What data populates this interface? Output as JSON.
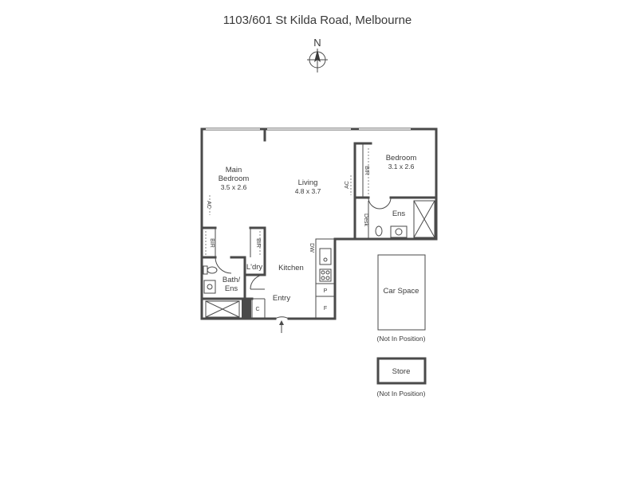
{
  "title": "1103/601 St Kilda Road, Melbourne",
  "compass": {
    "label": "N"
  },
  "rooms": {
    "main_bedroom": {
      "name_line1": "Main",
      "name_line2": "Bedroom",
      "dims": "3.5 x 2.6"
    },
    "living": {
      "name": "Living",
      "dims": "4.8 x 3.7"
    },
    "bedroom": {
      "name": "Bedroom",
      "dims": "3.1 x 2.6"
    },
    "kitchen": {
      "name": "Kitchen"
    },
    "bath_ens": {
      "name_line1": "Bath/",
      "name_line2": "Ens"
    },
    "laundry": {
      "name": "L'dry"
    },
    "entry": {
      "name": "Entry"
    },
    "ens": {
      "name": "Ens"
    },
    "desk": {
      "name": "Desk"
    }
  },
  "fixtures": {
    "bir_left": "BIR",
    "bir_mid": "BIR",
    "bir_bed": "BIR",
    "ac_main": "AC",
    "ac_bed": "AC",
    "dw": "DW",
    "pantry": "P",
    "fridge": "F",
    "cupboard": "C"
  },
  "car_space": {
    "label": "Car Space",
    "note": "(Not In Position)"
  },
  "store": {
    "label": "Store",
    "note": "(Not In Position)"
  }
}
